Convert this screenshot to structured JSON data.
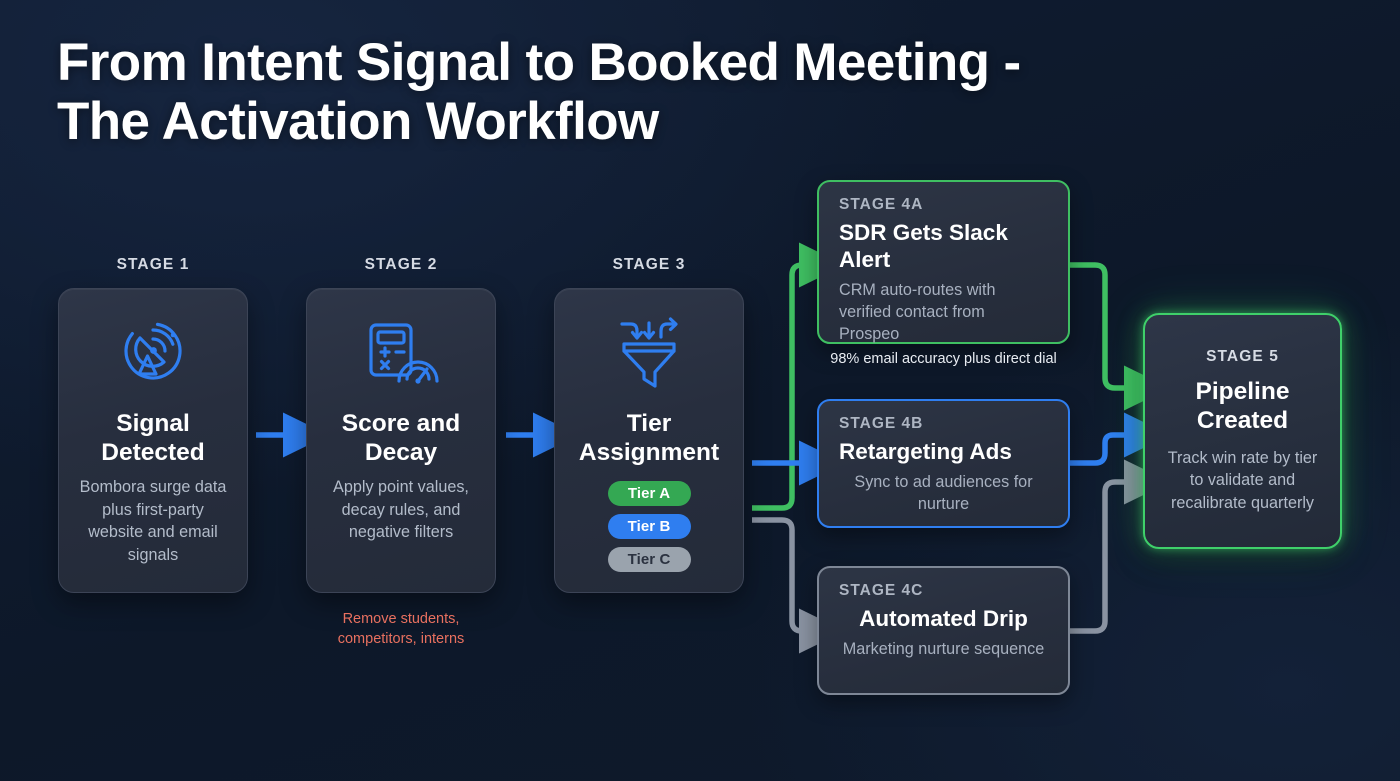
{
  "title": "From Intent Signal to Booked Meeting -\nThe Activation Workflow",
  "colors": {
    "background": "#0f1c33",
    "card_bg": "#2a3142",
    "accent_blue": "#2f7ef0",
    "accent_green": "#3fbf62",
    "accent_gray": "#7e8796",
    "warning_red": "#e8705f",
    "glow_green": "#3fd06a",
    "text_primary": "#ffffff",
    "text_secondary": "#b3bcca",
    "label_muted": "#aeb6c3"
  },
  "main_stages": [
    {
      "label": "STAGE 1",
      "icon": "satellite-dish-signal-icon",
      "title": "Signal\nDetected",
      "description": "Bombora surge data plus first-party website and email signals"
    },
    {
      "label": "STAGE 2",
      "icon": "calculator-gauge-icon",
      "title": "Score and\nDecay",
      "description": "Apply point values, decay rules, and negative filters",
      "note": "Remove students,\ncompetitors, interns"
    },
    {
      "label": "STAGE 3",
      "icon": "funnel-arrows-icon",
      "title": "Tier\nAssignment",
      "tiers": [
        {
          "label": "Tier A",
          "color": "#34a853"
        },
        {
          "label": "Tier B",
          "color": "#2f7ef0"
        },
        {
          "label": "Tier C",
          "color": "#9aa3ad"
        }
      ]
    }
  ],
  "branch_stages": [
    {
      "label": "STAGE 4A",
      "title": "SDR Gets Slack Alert",
      "description": "CRM auto-routes with verified contact from Prospeo",
      "border_color": "#3fbf62",
      "annotation": "98% email accuracy plus direct dial"
    },
    {
      "label": "STAGE 4B",
      "title": "Retargeting Ads",
      "description": "Sync to ad audiences for nurture",
      "border_color": "#2f7ef0"
    },
    {
      "label": "STAGE 4C",
      "title": "Automated Drip",
      "description": "Marketing nurture sequence",
      "border_color": "#7e8796"
    }
  ],
  "final_stage": {
    "label": "STAGE 5",
    "title": "Pipeline\nCreated",
    "description": "Track win rate by tier to validate and recalibrate quarterly",
    "border_color": "#3fd06a"
  }
}
